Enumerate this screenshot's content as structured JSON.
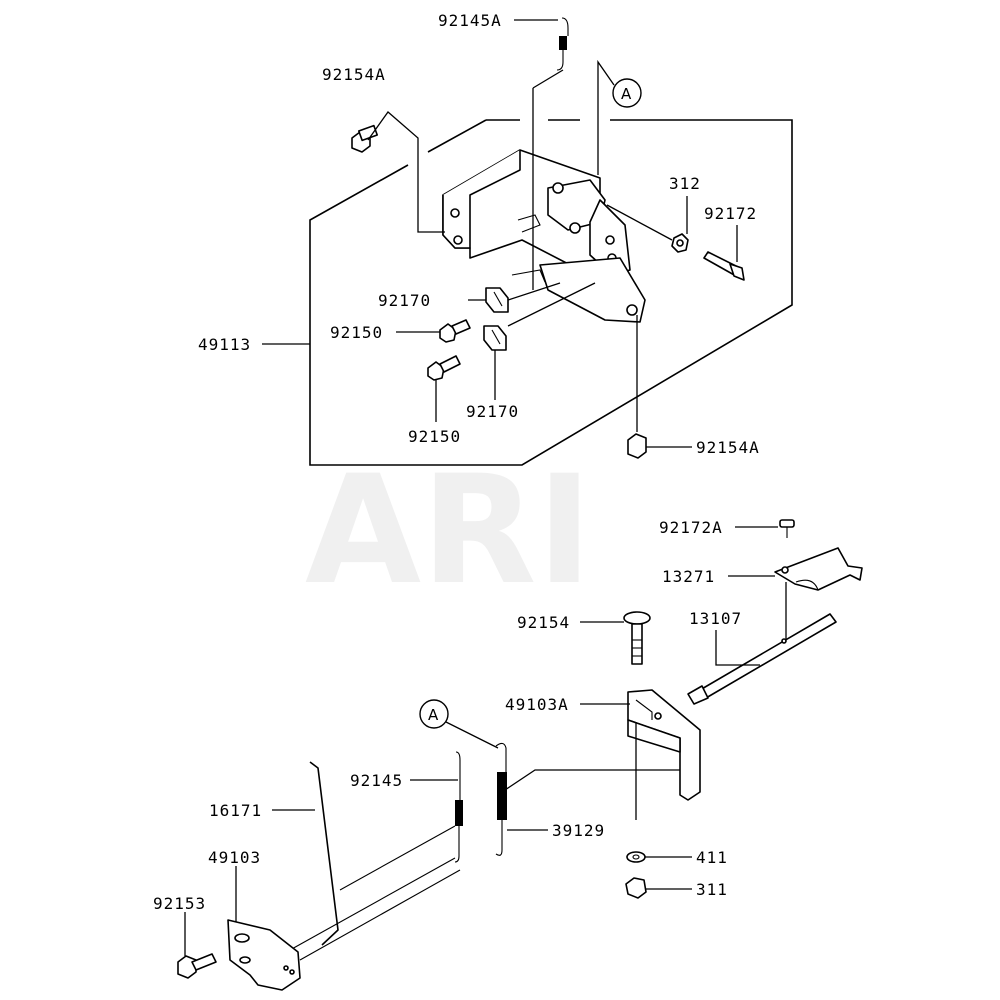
{
  "watermark": "ARI",
  "reference_marker": "A",
  "callouts": {
    "c92145A": "92145A",
    "c92154A_top": "92154A",
    "c312": "312",
    "c92172": "92172",
    "c92170_a": "92170",
    "c92150_a": "92150",
    "c49113": "49113",
    "c92170_b": "92170",
    "c92150_b": "92150",
    "c92154A_bottom": "92154A",
    "c92172A": "92172A",
    "c13271": "13271",
    "c92154": "92154",
    "c13107": "13107",
    "c49103A": "49103A",
    "c92145": "92145",
    "c16171": "16171",
    "c39129": "39129",
    "c49103": "49103",
    "c411": "411",
    "c92153": "92153",
    "c311": "311"
  }
}
